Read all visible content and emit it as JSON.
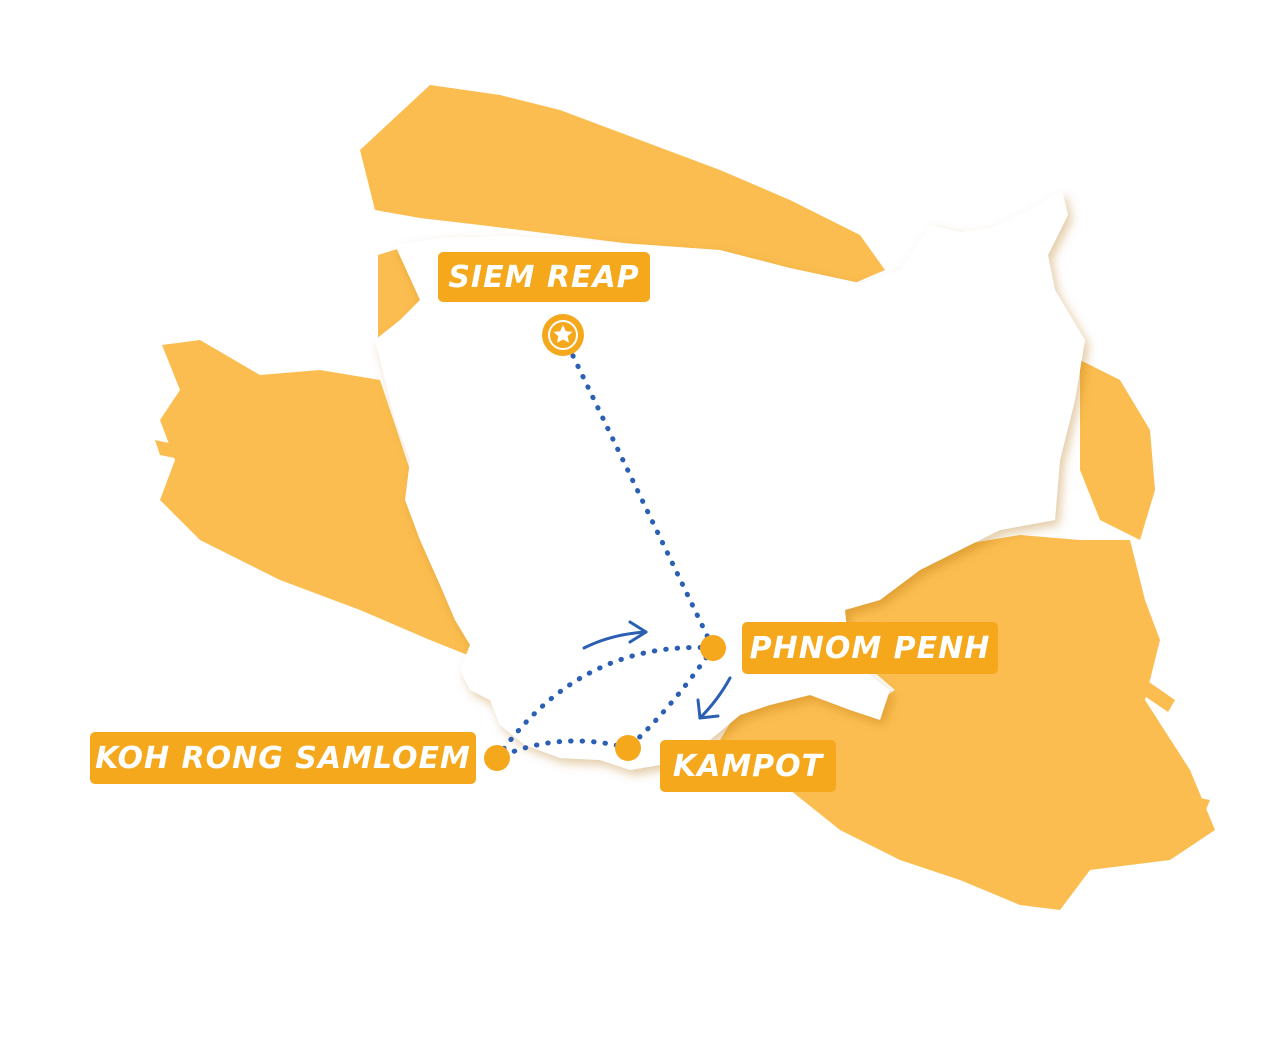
{
  "map": {
    "colors": {
      "land_brush": "#fbbd4f",
      "country_fill": "#ffffff",
      "marker": "#f5a81c",
      "route": "#2b5fb3",
      "label_bg": "#f5a81c",
      "label_text": "#ffffff"
    },
    "cities": [
      {
        "id": "siem-reap",
        "name": "SIEM REAP",
        "marker": "star-icon",
        "start": true
      },
      {
        "id": "phnom-penh",
        "name": "PHNOM PENH",
        "marker": "dot"
      },
      {
        "id": "kampot",
        "name": "KAMPOT",
        "marker": "dot"
      },
      {
        "id": "koh-rong-samloem",
        "name": "KOH RONG SAMLOEM",
        "marker": "dot"
      }
    ],
    "routes": [
      {
        "from": "SIEM REAP",
        "to": "PHNOM PENH",
        "style": "dotted"
      },
      {
        "from": "PHNOM PENH",
        "to": "KAMPOT",
        "style": "dotted",
        "direction_arrow": true
      },
      {
        "from": "KAMPOT",
        "to": "KOH RONG SAMLOEM",
        "style": "dotted"
      },
      {
        "from": "KOH RONG SAMLOEM",
        "to": "PHNOM PENH",
        "style": "dotted",
        "direction_arrow": true
      }
    ]
  }
}
